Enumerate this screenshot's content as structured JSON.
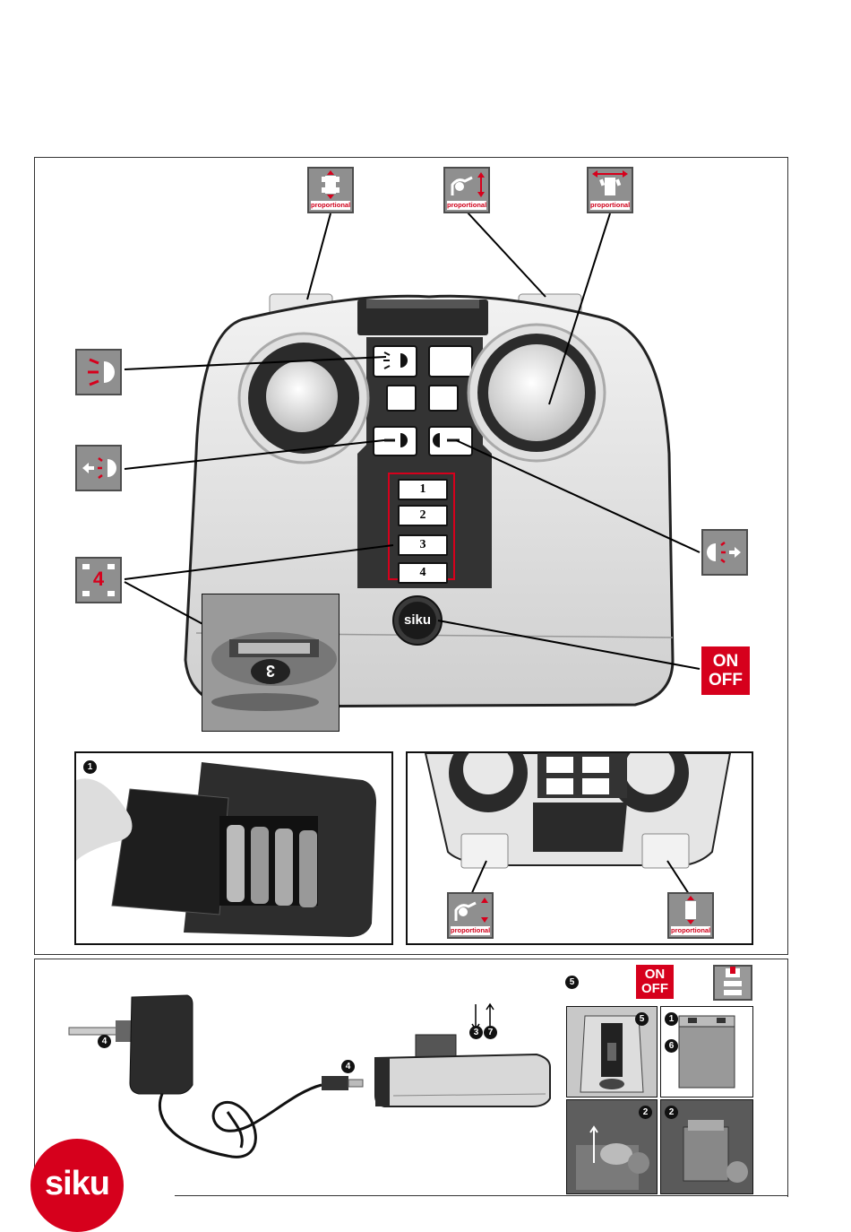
{
  "page": {
    "title": "",
    "colors": {
      "accent_red": "#d6001c",
      "icon_gray": "#8f8f8f",
      "frame": "#333333"
    }
  },
  "controller": {
    "channel_buttons": [
      "1",
      "2",
      "3",
      "4"
    ],
    "brand_button": "siku",
    "dial_label": "3"
  },
  "icons": {
    "top_left": {
      "name": "drive-forward-backward-icon",
      "tag": "proportional"
    },
    "top_middle": {
      "name": "crane-arm-up-down-icon",
      "tag": "proportional"
    },
    "top_right": {
      "name": "steering-left-right-icon",
      "tag": "proportional"
    },
    "left_headlight": {
      "name": "headlight-icon"
    },
    "left_indicator": {
      "name": "indicator-left-icon"
    },
    "right_indicator": {
      "name": "indicator-right-icon"
    },
    "channel": {
      "name": "channel-select-icon",
      "value": "4"
    },
    "power": {
      "line1": "ON",
      "line2": "OFF"
    }
  },
  "insets": {
    "battery": {
      "step": "1"
    },
    "bottom_view": {
      "left_icon": {
        "name": "crane-arm-up-down-icon",
        "tag": "proportional"
      },
      "right_icon": {
        "name": "drive-forward-backward-icon",
        "tag": "proportional"
      }
    }
  },
  "charging": {
    "plug_step": "4",
    "cable_step": "4",
    "arrow_steps": [
      "3",
      "7"
    ],
    "photo_steps": {
      "p1_top": "5",
      "p1_pointer": "5",
      "p2_a": "1",
      "p2_b": "6",
      "p3": "2",
      "p4": "2"
    },
    "power": {
      "line1": "ON",
      "line2": "OFF"
    }
  },
  "brand": {
    "logo_text": "siku"
  }
}
